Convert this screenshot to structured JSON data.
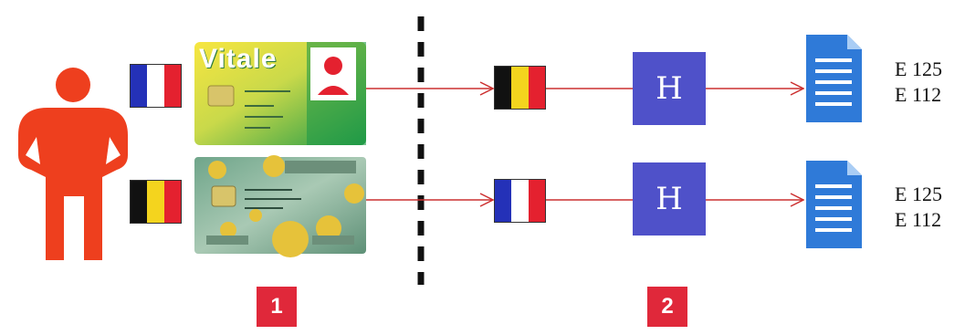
{
  "colors": {
    "france": [
      "#2431b8",
      "#ffffff",
      "#e4212f"
    ],
    "belgium": [
      "#111111",
      "#f4d41e",
      "#e4212f"
    ],
    "person": "#ee3f1e",
    "arrow": "#cc3030",
    "hospital": "#4f51c9",
    "step_badge": "#e0283a"
  },
  "rows": [
    {
      "origin_flag": "france",
      "card": {
        "brand": "Vitale"
      },
      "destination_flag": "belgium",
      "hospital_label": "H",
      "forms": [
        "E 125",
        "E 112"
      ]
    },
    {
      "origin_flag": "belgium",
      "card": {
        "brand": ""
      },
      "destination_flag": "france",
      "hospital_label": "H",
      "forms": [
        "E 125",
        "E 112"
      ]
    }
  ],
  "steps": [
    "1",
    "2"
  ]
}
